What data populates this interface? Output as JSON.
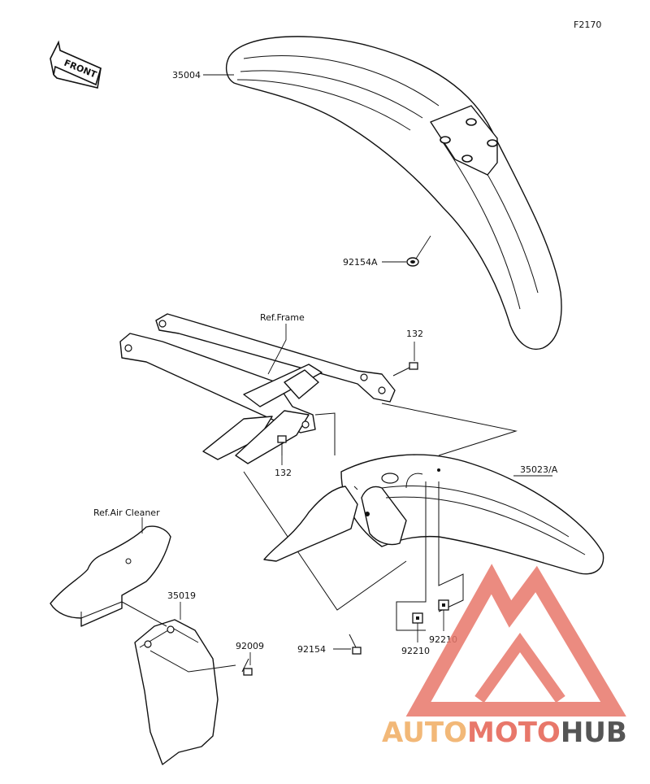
{
  "figure_code": "F2170",
  "front_label": "FRONT",
  "parts": {
    "front_fender": "35004",
    "front_fender_grommet": "92154A",
    "rear_fender": "35023/A",
    "mud_flap": "35019",
    "bolt_frame_upper": "132",
    "bolt_frame_lower": "132",
    "bolt_fender": "92154",
    "clip_nut_left": "92210",
    "clip_nut_right": "92210",
    "screw_flap": "92009"
  },
  "references": {
    "frame": "Ref.Frame",
    "air_cleaner": "Ref.Air Cleaner"
  },
  "watermark": {
    "part1": "AUTO",
    "part2": "MOTO",
    "part3": "HUB",
    "color_auto": "#f2b878",
    "color_moto": "#e8776a",
    "color_hub": "#555555",
    "logo_color": "#e8776a"
  }
}
